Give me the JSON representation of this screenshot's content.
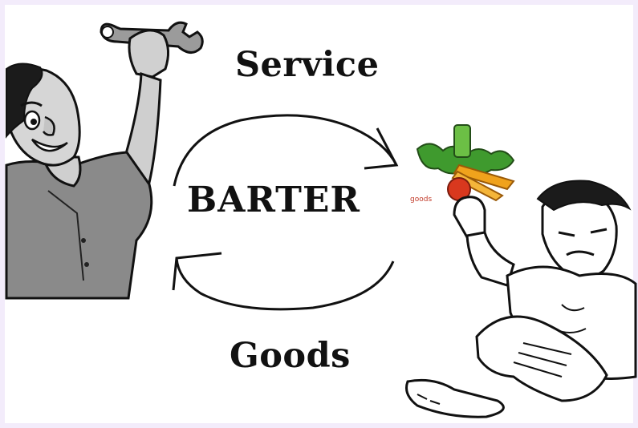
{
  "diagram": {
    "top_label": "Service",
    "center_label": "BARTER",
    "bottom_label": "Goods",
    "vegetable_tag": "goods"
  },
  "colors": {
    "background": "#ffffff",
    "border": "#f3ecfb",
    "ink": "#111111",
    "mechanic_shirt": "#8a8a8a",
    "tomato": "#d9381e",
    "carrot": "#f0a21c",
    "leaves": "#3f9a2e"
  },
  "icons": {
    "left_figure": "mechanic-with-wrench-icon",
    "right_figure": "farmer-holding-vegetables-icon",
    "top_arrow": "curved-arrow-right-icon",
    "bottom_arrow": "curved-arrow-left-icon"
  }
}
